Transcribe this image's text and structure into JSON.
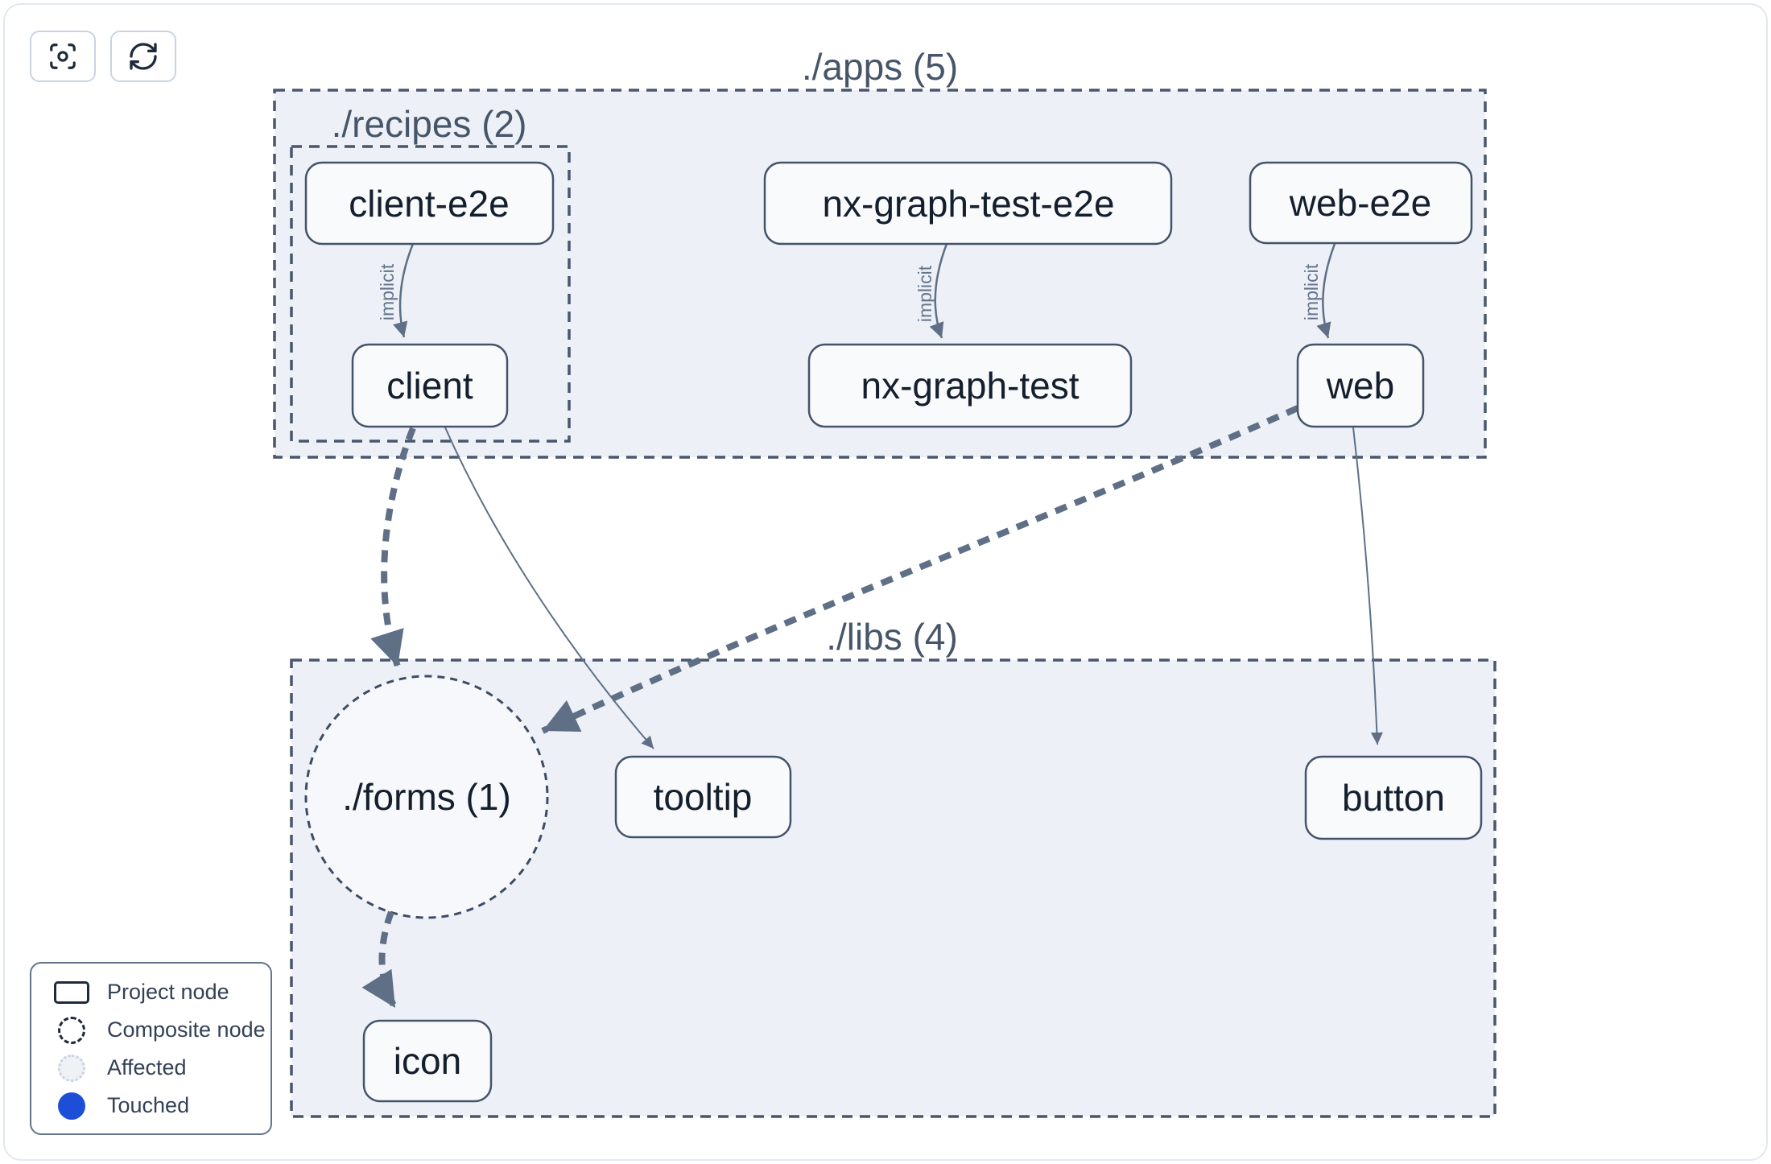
{
  "toolbar": {
    "buttons": [
      {
        "name": "focus",
        "icon": "focus-icon"
      },
      {
        "name": "refresh",
        "icon": "refresh-icon"
      }
    ]
  },
  "graph": {
    "containers": [
      {
        "id": "apps",
        "label": "./apps (5)"
      },
      {
        "id": "recipes",
        "label": "./recipes (2)"
      },
      {
        "id": "libs",
        "label": "./libs (4)"
      }
    ],
    "composite_nodes": [
      {
        "id": "forms",
        "label": "./forms (1)"
      }
    ],
    "project_nodes": [
      {
        "id": "client-e2e",
        "label": "client-e2e"
      },
      {
        "id": "nx-graph-test-e2e",
        "label": "nx-graph-test-e2e"
      },
      {
        "id": "web-e2e",
        "label": "web-e2e"
      },
      {
        "id": "client",
        "label": "client"
      },
      {
        "id": "nx-graph-test",
        "label": "nx-graph-test"
      },
      {
        "id": "web",
        "label": "web"
      },
      {
        "id": "tooltip",
        "label": "tooltip"
      },
      {
        "id": "button",
        "label": "button"
      },
      {
        "id": "icon",
        "label": "icon"
      }
    ],
    "edges": [
      {
        "from": "client-e2e",
        "to": "client",
        "type": "implicit",
        "label": "implicit"
      },
      {
        "from": "nx-graph-test-e2e",
        "to": "nx-graph-test",
        "type": "implicit",
        "label": "implicit"
      },
      {
        "from": "web-e2e",
        "to": "web",
        "type": "implicit",
        "label": "implicit"
      },
      {
        "from": "client",
        "to": "tooltip",
        "type": "static",
        "label": ""
      },
      {
        "from": "web",
        "to": "button",
        "type": "static",
        "label": ""
      },
      {
        "from": "client",
        "to": "./forms",
        "type": "dynamic",
        "label": ""
      },
      {
        "from": "web",
        "to": "./forms",
        "type": "dynamic",
        "label": ""
      },
      {
        "from": "./forms",
        "to": "icon",
        "type": "dynamic",
        "label": ""
      }
    ]
  },
  "legend": {
    "items": [
      {
        "swatch": "project-node-swatch",
        "label": "Project node"
      },
      {
        "swatch": "composite-node-swatch",
        "label": "Composite node"
      },
      {
        "swatch": "affected-swatch",
        "label": "Affected"
      },
      {
        "swatch": "touched-swatch",
        "label": "Touched"
      }
    ]
  },
  "colors": {
    "container_fill": "#edf1f7",
    "container_border": "#49566c",
    "node_fill": "#f8fafc",
    "node_border": "#45536a",
    "node_text": "#141e2c",
    "title_text": "#475569",
    "edge": "#5f6f86",
    "touched_blue": "#1d4ed8",
    "affected_fill": "#eef1f6"
  }
}
